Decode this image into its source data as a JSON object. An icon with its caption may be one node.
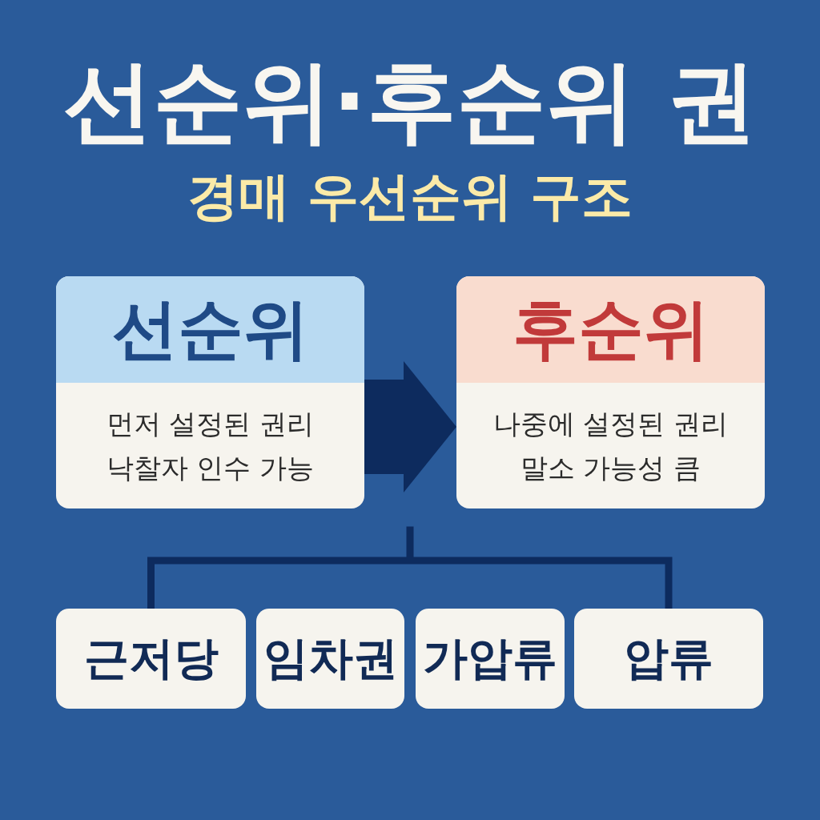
{
  "diagram": {
    "title": "선순위·후순위 권",
    "nodes": [
      {
        "text": [
          "선순위",
          "먼저 설정된 권리 낙찰자 인수 가능"
        ]
      },
      {
        "text": [
          "후순위",
          "나중에 설정된 권리 말소 가능성 큼"
        ]
      },
      {
        "text": [
          "근저당"
        ]
      },
      {
        "text": [
          "임차권"
        ]
      },
      {
        "text": [
          "가압류"
        ]
      },
      {
        "text": [
          "압류"
        ]
      }
    ],
    "edges": [
      {
        "from": 0,
        "to": 1,
        "arrow": "to",
        "style": "thick"
      },
      {
        "from": 2,
        "to": 5,
        "arrow": "none"
      }
    ],
    "labels": [
      "경매 우선순위 구조"
    ]
  }
}
